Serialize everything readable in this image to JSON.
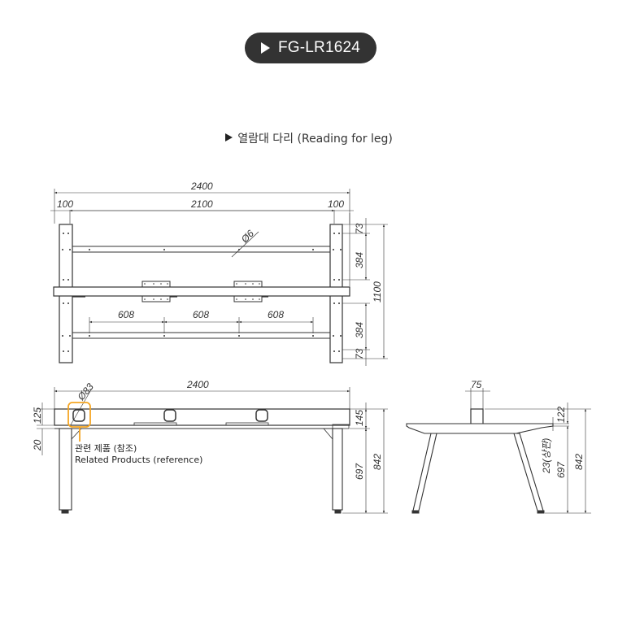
{
  "header": {
    "model_badge": "FG-LR1624",
    "badge_color": "#333333",
    "section_title": "열람대 다리 (Reading for leg)"
  },
  "top_view": {
    "dims": {
      "overall_width": "2400",
      "inner_width": "2100",
      "left_leg_width": "100",
      "right_leg_width": "100",
      "rod_diameter": "Ø6",
      "spacing": [
        "608",
        "608",
        "608"
      ],
      "right_upper_offset": "73",
      "right_upper_span": "384",
      "right_lower_span": "384",
      "right_lower_offset": "73",
      "overall_depth": "1100"
    }
  },
  "front_view": {
    "dims": {
      "overall_width": "2400",
      "grommet_diameter": "Ø83",
      "left_top_height": "125",
      "left_gap": "20",
      "right_top_height": "145",
      "leg_height": "697",
      "overall_height": "842"
    },
    "highlight_color": "#f5a623",
    "note": {
      "ko": "관련 제품 (참조)",
      "en": "Related Products (reference)"
    }
  },
  "side_view": {
    "dims": {
      "post_width": "75",
      "post_height": "122",
      "top_thickness": "23(상판)",
      "leg_height": "697",
      "overall_height": "842"
    }
  }
}
